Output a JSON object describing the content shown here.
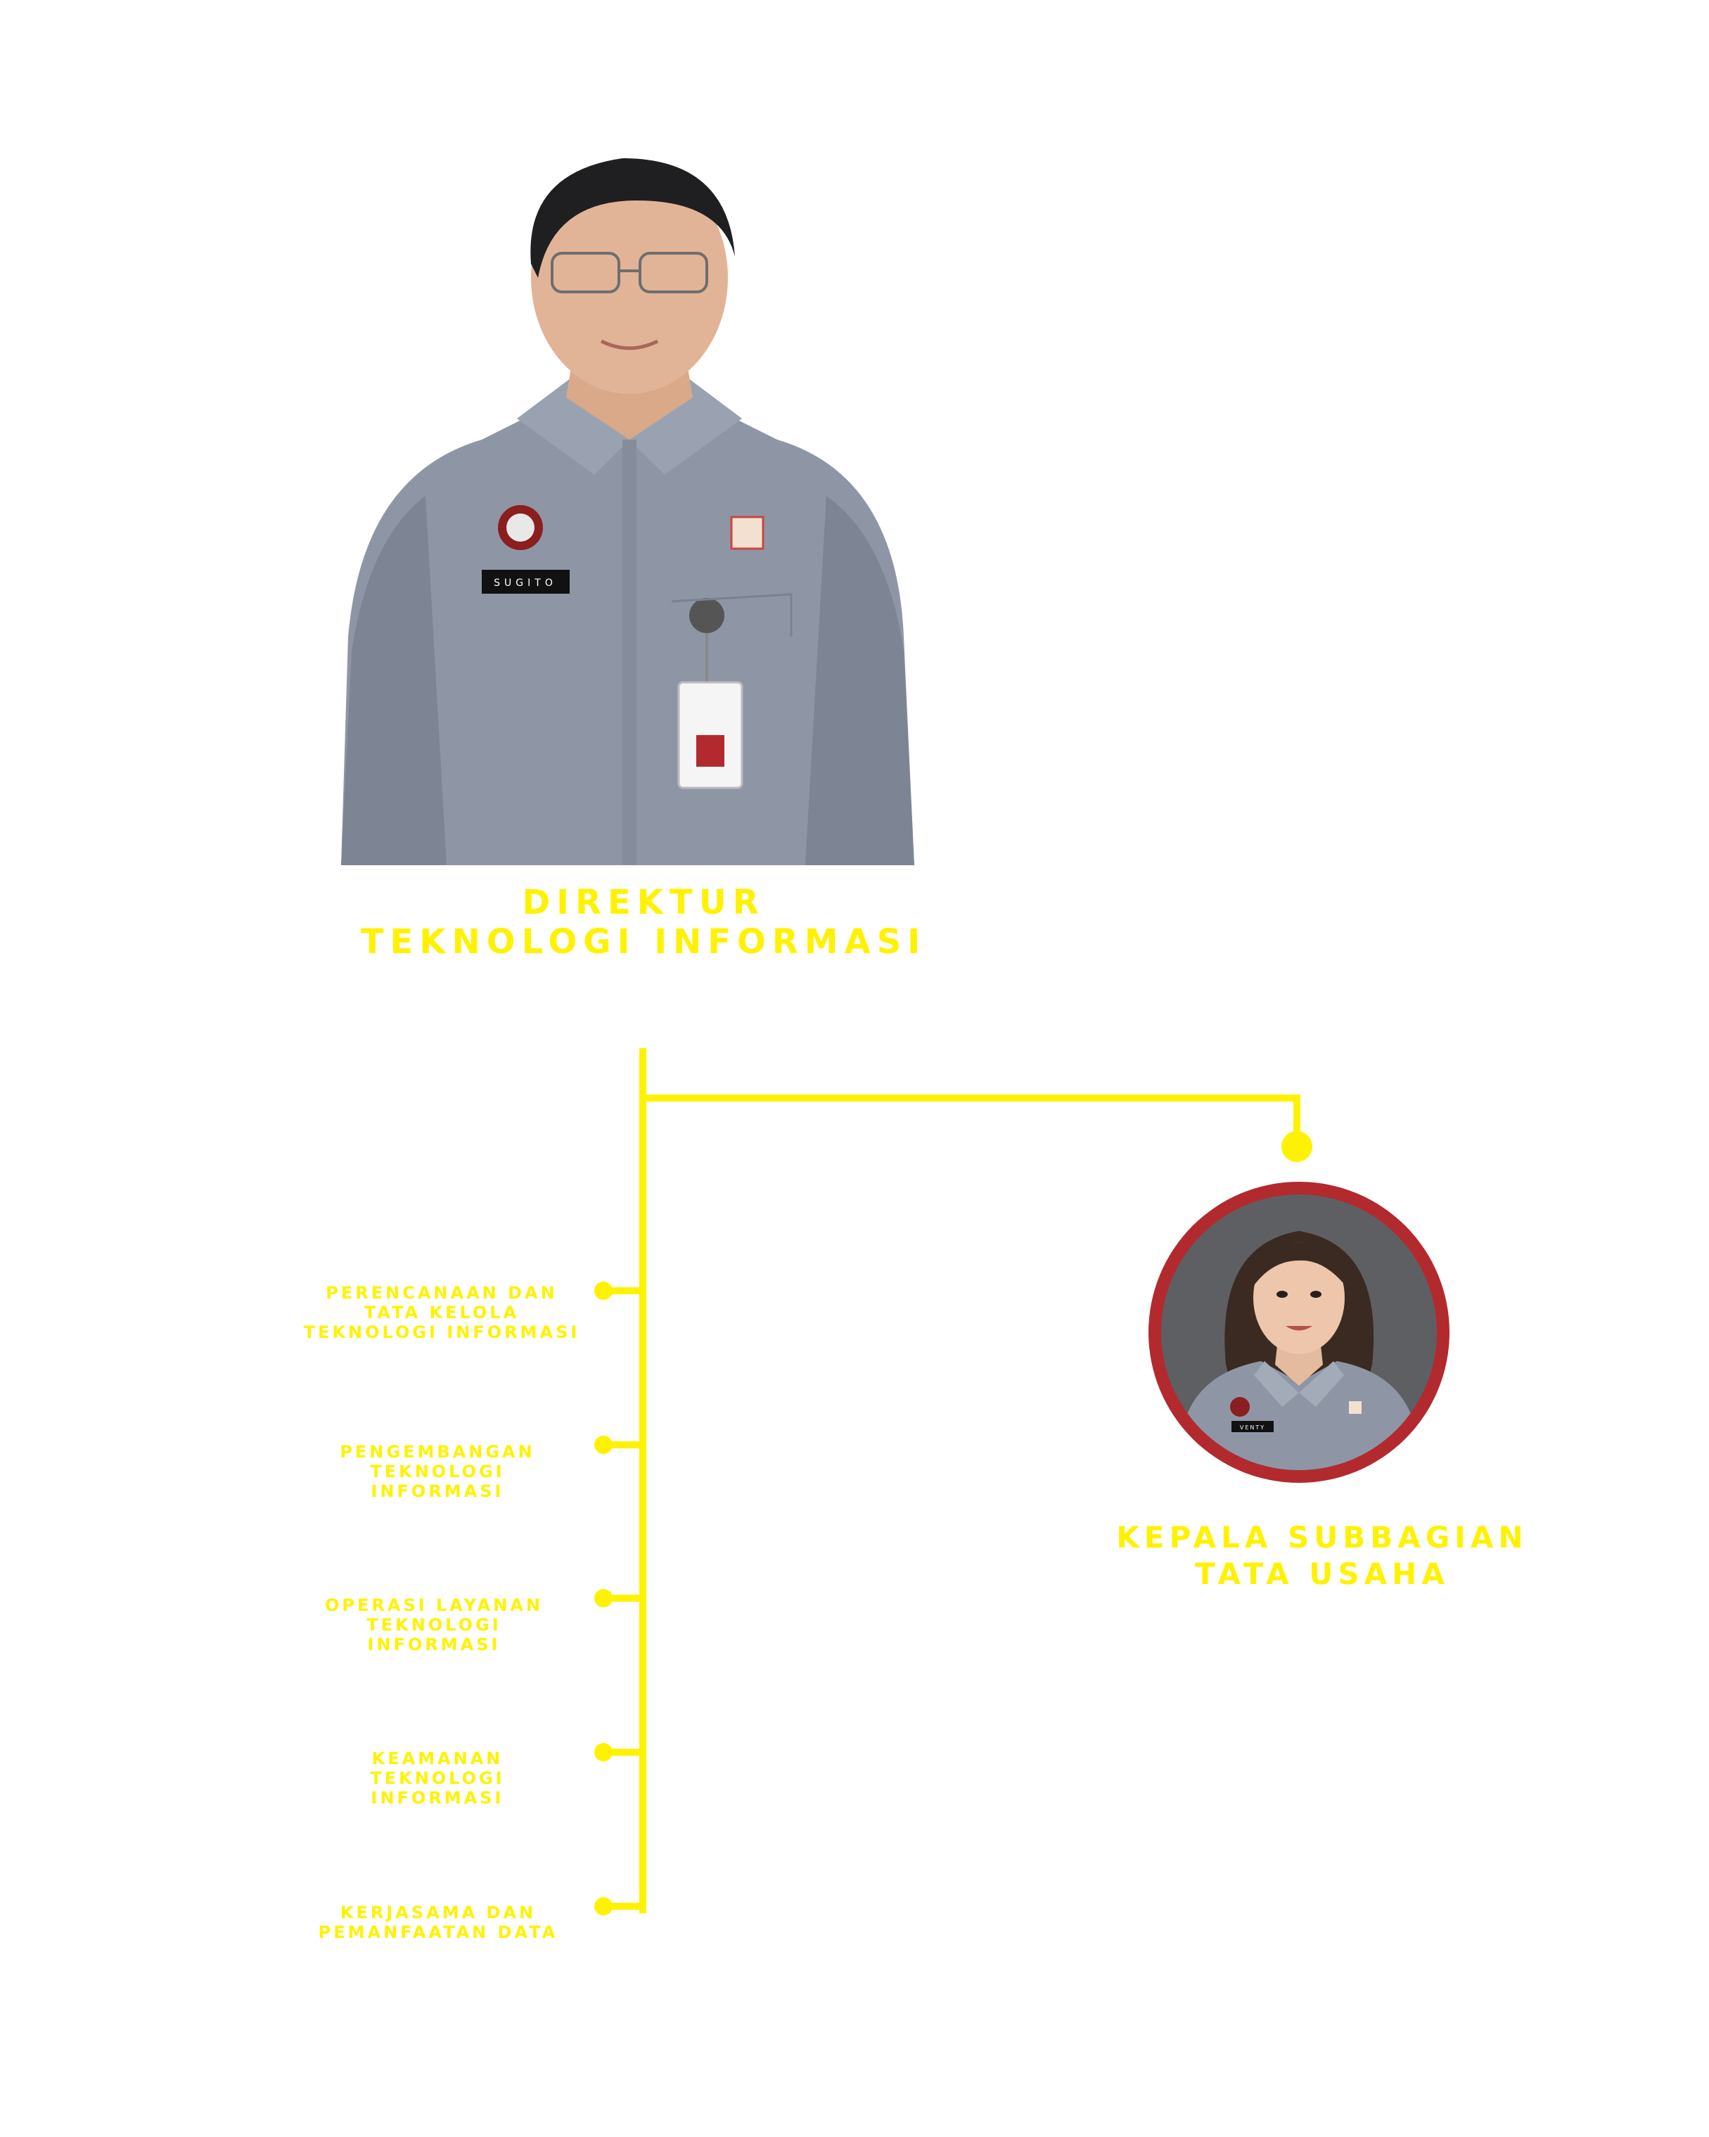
{
  "director": {
    "title_line1": "DIREKTUR",
    "title_line2": "TEKNOLOGI INFORMASI",
    "name_tag": "SUGITO"
  },
  "kasubag": {
    "title_line1": "KEPALA SUBBAGIAN",
    "title_line2": "TATA USAHA",
    "name_tag": "VENTY"
  },
  "units": [
    {
      "lines": [
        "PERENCANAAN DAN",
        "TATA KELOLA",
        "TEKNOLOGI INFORMASI"
      ]
    },
    {
      "lines": [
        "PENGEMBANGAN",
        "TEKNOLOGI",
        "INFORMASI"
      ]
    },
    {
      "lines": [
        "OPERASI LAYANAN",
        "TEKNOLOGI",
        "INFORMASI"
      ]
    },
    {
      "lines": [
        "KEAMANAN",
        "TEKNOLOGI",
        "INFORMASI"
      ]
    },
    {
      "lines": [
        "KERJASAMA DAN",
        "PEMANFAATAN DATA"
      ]
    }
  ],
  "colors": {
    "accent_yellow": "#FFF200",
    "photo_ring": "#B22A2E",
    "uniform_gray": "#8E96A6",
    "background": "#FFFFFF"
  }
}
